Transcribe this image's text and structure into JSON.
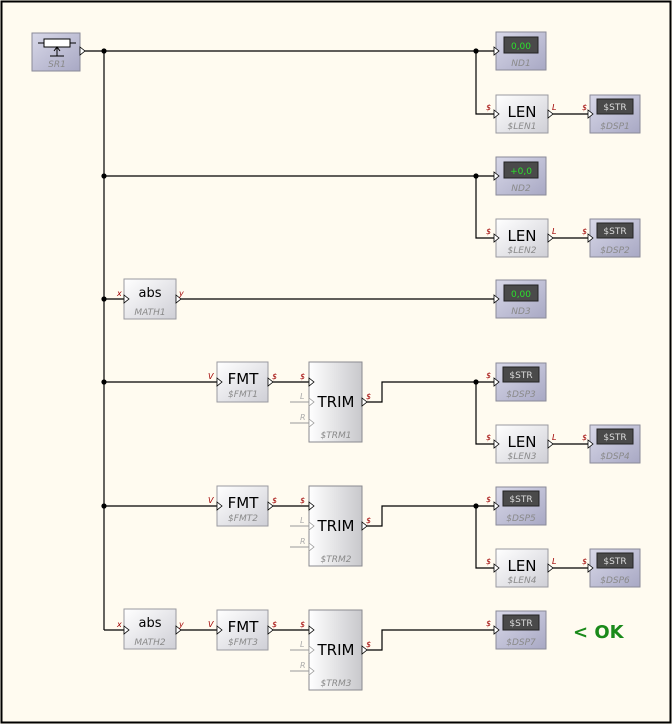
{
  "status": {
    "ok_text": "< OK",
    "ok_color": "#1a8a1a"
  },
  "source": {
    "caption": "SR1"
  },
  "numeric_displays": [
    {
      "caption": "ND1",
      "value": "0,00"
    },
    {
      "caption": "ND2",
      "value": "+0,0"
    },
    {
      "caption": "ND3",
      "value": "0,00"
    }
  ],
  "string_displays": [
    {
      "caption": "$DSP1",
      "text": "$STR"
    },
    {
      "caption": "$DSP2",
      "text": "$STR"
    },
    {
      "caption": "$DSP3",
      "text": "$STR"
    },
    {
      "caption": "$DSP4",
      "text": "$STR"
    },
    {
      "caption": "$DSP5",
      "text": "$STR"
    },
    {
      "caption": "$DSP6",
      "text": "$STR"
    },
    {
      "caption": "$DSP7",
      "text": "$STR"
    }
  ],
  "len_blocks": [
    {
      "label": "LEN",
      "caption": "$LEN1"
    },
    {
      "label": "LEN",
      "caption": "$LEN2"
    },
    {
      "label": "LEN",
      "caption": "$LEN3"
    },
    {
      "label": "LEN",
      "caption": "$LEN4"
    }
  ],
  "math_blocks": [
    {
      "label": "abs",
      "caption": "MATH1"
    },
    {
      "label": "abs",
      "caption": "MATH2"
    }
  ],
  "fmt_blocks": [
    {
      "label": "FMT",
      "caption": "$FMT1"
    },
    {
      "label": "FMT",
      "caption": "$FMT2"
    },
    {
      "label": "FMT",
      "caption": "$FMT3"
    }
  ],
  "trim_blocks": [
    {
      "label": "TRIM",
      "caption": "$TRM1"
    },
    {
      "label": "TRIM",
      "caption": "$TRM2"
    },
    {
      "label": "TRIM",
      "caption": "$TRM3"
    }
  ],
  "pins": {
    "str": "$",
    "len": "L",
    "val": "V",
    "x": "x",
    "y": "y",
    "left": "L",
    "right": "R"
  }
}
